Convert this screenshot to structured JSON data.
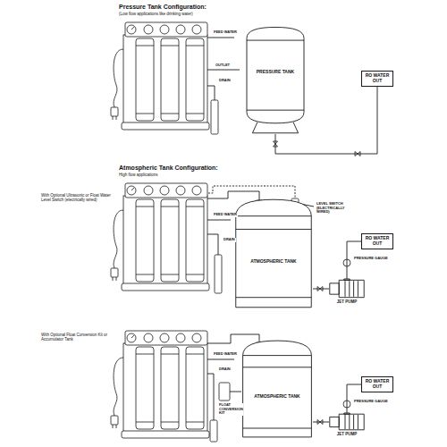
{
  "diagram": {
    "nodes": [
      {
        "text": [
          "PRESSURE TANK"
        ]
      },
      {
        "text": [
          "RO WATER OUT"
        ]
      },
      {
        "text": [
          "ATMOSPHERIC TANK"
        ]
      },
      {
        "text": [
          "RO WATER OUT"
        ]
      },
      {
        "text": [
          "JET PUMP"
        ]
      },
      {
        "text": [
          "ATMOSPHERIC TANK"
        ]
      },
      {
        "text": [
          "RO WATER OUT"
        ]
      },
      {
        "text": [
          "JET PUMP"
        ]
      }
    ],
    "edges": [
      {
        "from": 0,
        "to": 1,
        "arrow": "none"
      },
      {
        "from": 2,
        "to": 4,
        "arrow": "none"
      },
      {
        "from": 4,
        "to": 3,
        "arrow": "none"
      },
      {
        "from": 5,
        "to": 7,
        "arrow": "none"
      },
      {
        "from": 7,
        "to": 6,
        "arrow": "none"
      }
    ],
    "labels": [
      "Pressure Tank Configuration:",
      "(Low flow applications like drinking water)",
      "FEED WATER",
      "OUTLET",
      "DRAIN",
      "Atmospheric Tank Configuration:",
      "High flow applications",
      "With Optional Ultrasonic or Float Water Level Switch (electrically wired)",
      "LEVEL SWITCH (ELECTRICALLY WIRED)",
      "FEED WATER",
      "DRAIN",
      "PRESSURE GAUGE",
      "With Optional Float Conversion Kit or Accumulator Tank",
      "FEED WATER",
      "DRAIN",
      "FLOAT CONVERSION KIT",
      "PRESSURE GAUGE"
    ]
  }
}
